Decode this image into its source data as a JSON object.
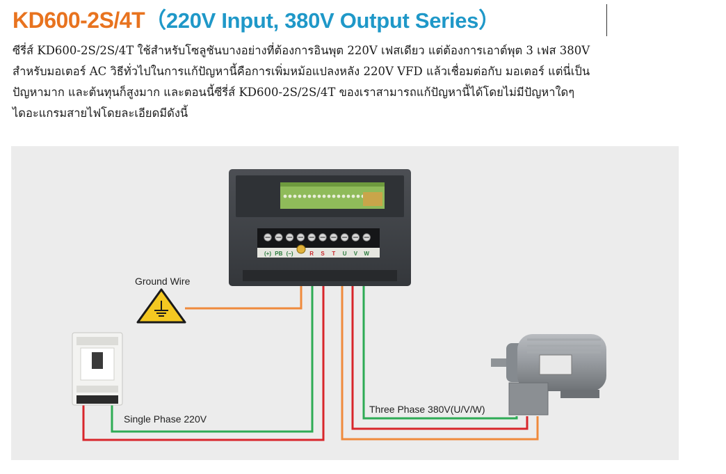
{
  "header": {
    "model": "KD600-2S/4T",
    "series": "（220V Input, 380V Output Series）"
  },
  "description": {
    "lines": [
      "ซีรี่ส์ KD600-2S/2S/4T ใช้สำหรับโซลูชันบางอย่างที่ต้องการอินพุต 220V เฟสเดียว แต่ต้องการเอาต์พุต 3 เฟส 380V",
      " สำหรับมอเตอร์ AC วิธีทั่วไปในการแก้ปัญหานี้คือการเพิ่มหม้อแปลงหลัง 220V VFD แล้วเชื่อมต่อกับ มอเตอร์ แต่นี่เป็น",
      "ปัญหามาก และต้นทุนก็สูงมาก และตอนนี้ซีรี่ส์ KD600-2S/2S/4T ของเราสามารถแก้ปัญหานี้ได้โดยไม่มีปัญหาใดๆ",
      "ไดอะแกรมสายไฟโดยละเอียดมีดังนี้"
    ]
  },
  "diagram": {
    "ground_label": "Ground Wire",
    "single_phase_label": "Single Phase 220V",
    "three_phase_label": "Three Phase 380V(U/V/W)",
    "terminals": [
      "(+)",
      "PB",
      "(−)",
      "",
      "R",
      "S",
      "T",
      "U",
      "V",
      "W"
    ],
    "wire_colors": {
      "ground": "#ef8a3c",
      "line_l": "#2eab55",
      "line_n": "#d8262b",
      "out_u": "#ef8a3c",
      "out_v": "#d8262b",
      "out_w": "#2eab55"
    }
  }
}
